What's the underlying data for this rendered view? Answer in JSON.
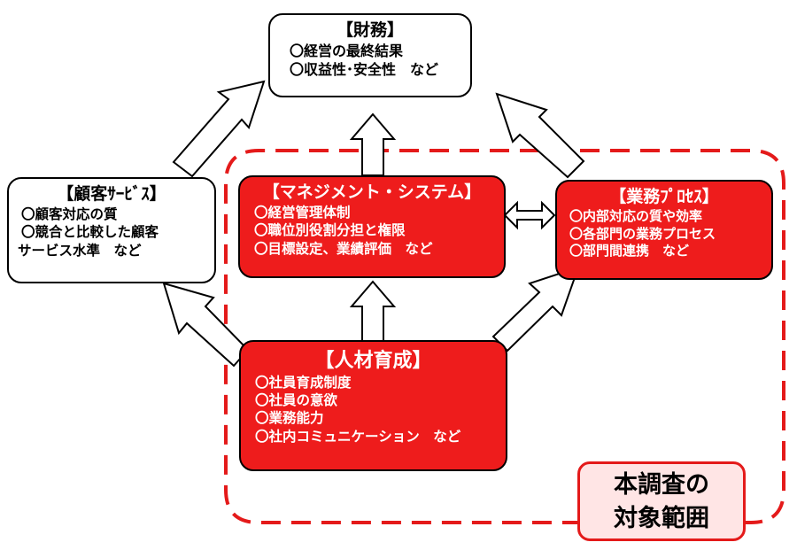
{
  "colors": {
    "scope_border": "#e41a1a",
    "red_box_fill": "#ee1c1c",
    "scope_label_fill": "#ffe5e5",
    "arrow_outline": "#000000"
  },
  "finance": {
    "title": "【財務】",
    "lines": [
      "〇経営の最終結果",
      "〇収益性･安全性　など"
    ]
  },
  "customer": {
    "title": "【顧客ｻｰﾋﾞｽ】",
    "lines": [
      "〇顧客対応の質",
      "〇競合と比較した顧客",
      "サービス水準　など"
    ]
  },
  "management": {
    "title": "【マネジメント・システム】",
    "lines": [
      "〇経営管理体制",
      "〇職位別役割分担と権限",
      "〇目標設定、業績評価　など"
    ]
  },
  "process": {
    "title": "【業務ﾌﾟﾛｾｽ】",
    "lines": [
      "〇内部対応の質や効率",
      "〇各部門の業務プロセス",
      "〇部門間連携　など"
    ]
  },
  "hr": {
    "title": "【人材育成】",
    "lines": [
      "〇社員育成制度",
      "〇社員の意欲",
      "〇業務能力",
      "〇社内コミュニケーション　など"
    ]
  },
  "scope": {
    "lines": [
      "本調査の",
      "対象範囲"
    ]
  }
}
